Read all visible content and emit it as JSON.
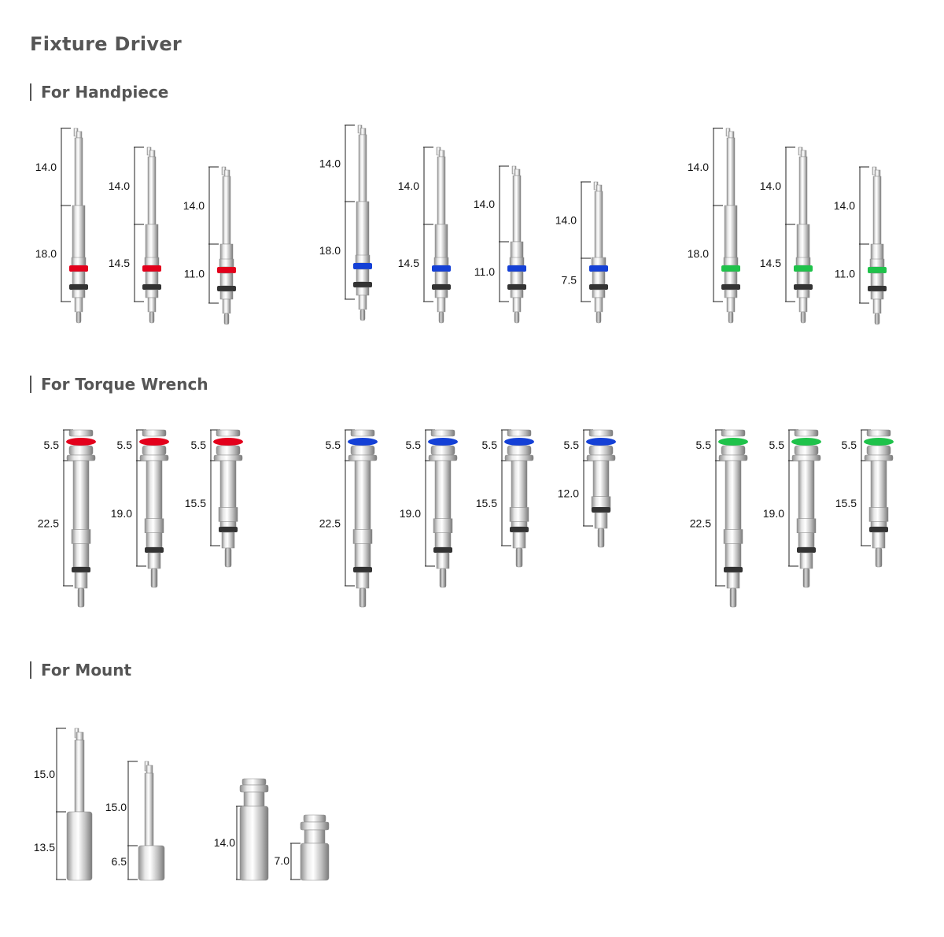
{
  "title": "Fixture Driver",
  "sections": {
    "handpiece": "For Handpiece",
    "torque": "For Torque Wrench",
    "mount": "For Mount"
  },
  "colors": {
    "red": "#e3001b",
    "blue": "#1440d6",
    "green": "#1fc24a"
  },
  "handpiece": {
    "red": [
      [
        "14.0",
        "18.0"
      ],
      [
        "14.0",
        "14.5"
      ],
      [
        "14.0",
        "11.0"
      ]
    ],
    "blue": [
      [
        "14.0",
        "18.0"
      ],
      [
        "14.0",
        "14.5"
      ],
      [
        "14.0",
        "11.0"
      ],
      [
        "14.0",
        "7.5"
      ]
    ],
    "green": [
      [
        "14.0",
        "18.0"
      ],
      [
        "14.0",
        "14.5"
      ],
      [
        "14.0",
        "11.0"
      ]
    ]
  },
  "torque": {
    "red": [
      [
        "5.5",
        "22.5"
      ],
      [
        "5.5",
        "19.0"
      ],
      [
        "5.5",
        "15.5"
      ]
    ],
    "blue": [
      [
        "5.5",
        "22.5"
      ],
      [
        "5.5",
        "19.0"
      ],
      [
        "5.5",
        "15.5"
      ],
      [
        "5.5",
        "12.0"
      ]
    ],
    "green": [
      [
        "5.5",
        "22.5"
      ],
      [
        "5.5",
        "19.0"
      ],
      [
        "5.5",
        "15.5"
      ]
    ]
  },
  "mount": [
    [
      "15.0",
      "13.5"
    ],
    [
      "15.0",
      "6.5"
    ],
    [
      "14.0"
    ],
    [
      "7.0"
    ]
  ]
}
